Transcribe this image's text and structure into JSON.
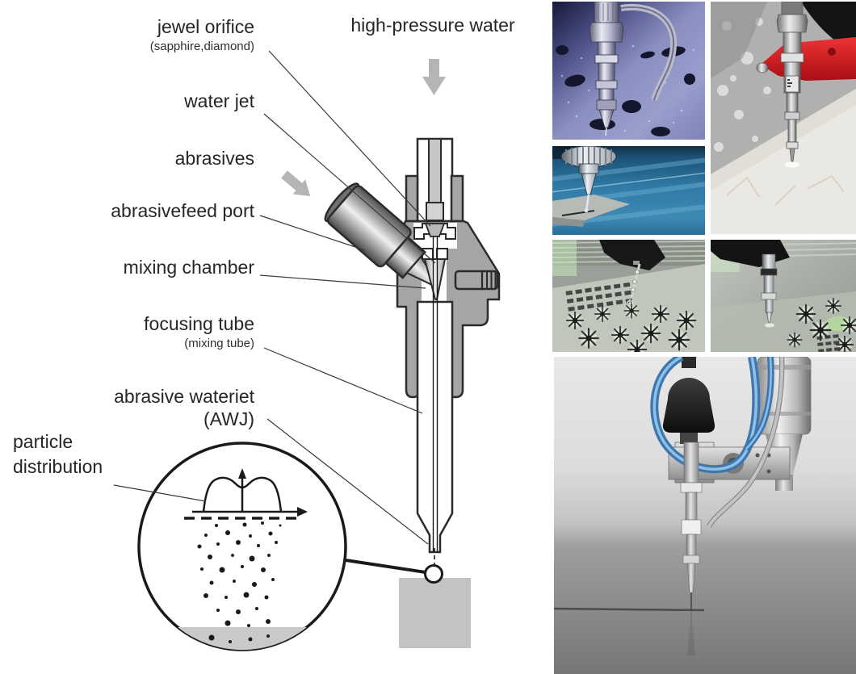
{
  "diagram": {
    "labels": {
      "jewel_orifice": "jewel orifice",
      "jewel_orifice_sub": "(sapphire,diamond)",
      "high_pressure_water": "high-pressure water",
      "water_jet": "water jet",
      "abrasives": "abrasives",
      "abrasive_feed_port": "abrasivefeed port",
      "mixing_chamber": "mixing chamber",
      "focusing_tube": "focusing tube",
      "focusing_tube_sub": "(mixing tube)",
      "abrasive_waterjet": "abrasive wateriet",
      "abrasive_waterjet_sub": "(AWJ)",
      "particle_distribution": "particle\ndistribution"
    },
    "icons": [
      "down-arrow-icon",
      "diagonal-arrow-icon"
    ],
    "colors": {
      "body_gray": "#a5a5a5",
      "arrow_gray": "#b5b5b5",
      "outline_black": "#2b2b2b",
      "workpiece_gray": "#c3c3c3"
    }
  },
  "photos": [
    {
      "name": "nozzle-cutting-blue-metal"
    },
    {
      "name": "red-bracket-nozzle-cutting-white-sheet"
    },
    {
      "name": "knurled-nozzle-blue-machine"
    },
    {
      "name": "waterjet-etching-star-patterns-left"
    },
    {
      "name": "waterjet-etching-star-patterns-right"
    },
    {
      "name": "waterjet-cutting-head-with-blue-hoses"
    }
  ],
  "photo_colors": {
    "red_bracket": "#d6191f",
    "hose_blue": "#5b9bd5",
    "blue_machine": "#2f7aa6",
    "purple_sheet": "#8b8fc0"
  }
}
